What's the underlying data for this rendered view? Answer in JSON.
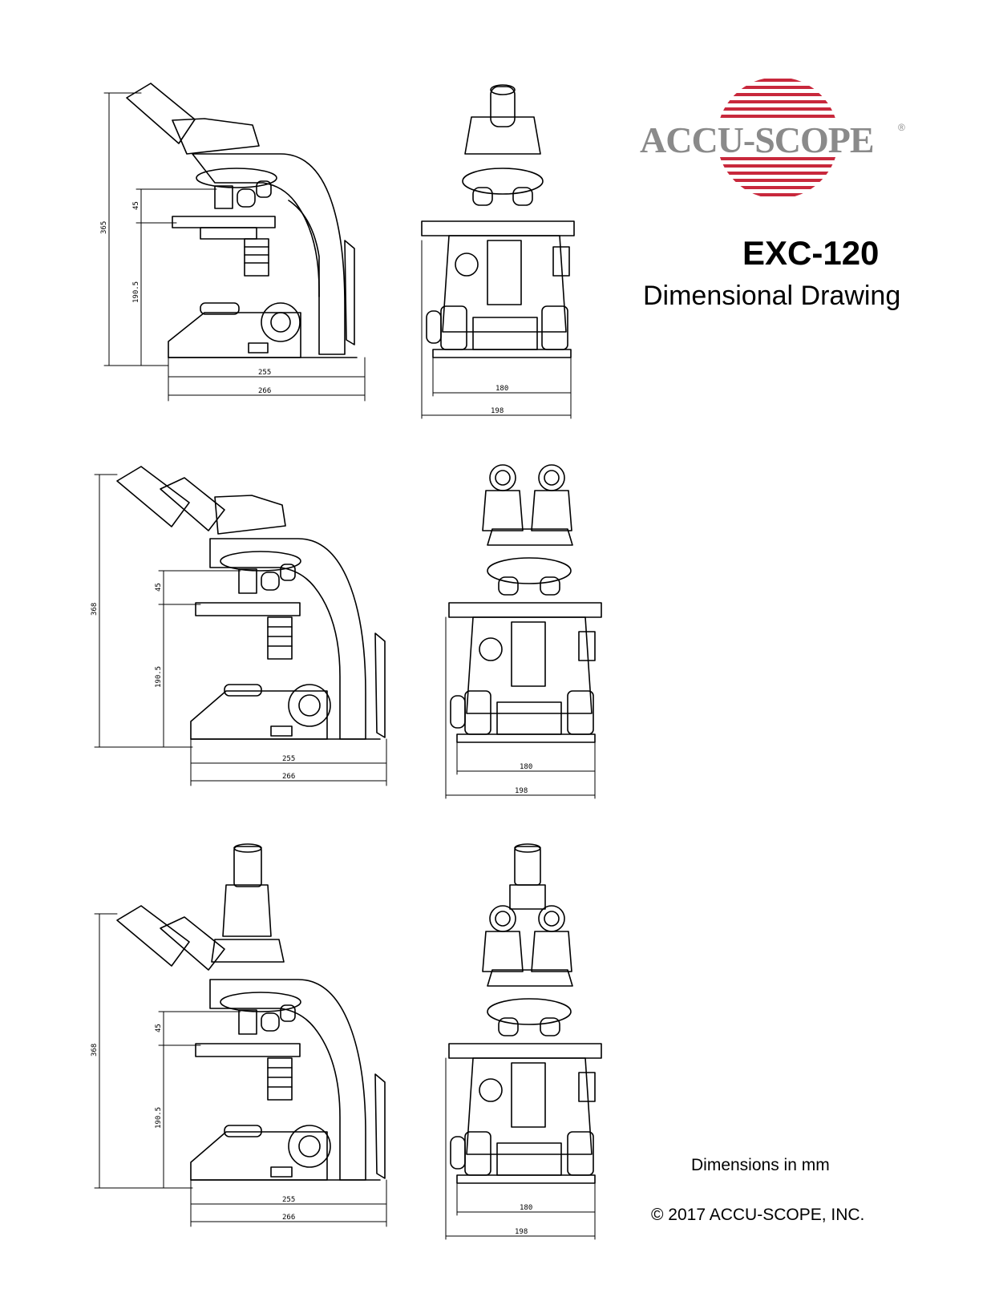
{
  "header": {
    "brand_name": "ACCU-SCOPE",
    "brand_mark": "®",
    "brand_colors": {
      "stripes": "#c8283c",
      "wordmark": "#8a8a8a"
    },
    "model": "EXC-120",
    "subtitle": "Dimensional Drawing"
  },
  "views": [
    {
      "variant": "monocular",
      "side": {
        "height": "365",
        "upper": "45",
        "lower": "190.5",
        "base": "255",
        "overall": "266"
      },
      "front": {
        "base": "180",
        "overall": "198"
      }
    },
    {
      "variant": "binocular",
      "side": {
        "height": "368",
        "upper": "45",
        "lower": "190.5",
        "base": "255",
        "overall": "266"
      },
      "front": {
        "base": "180",
        "overall": "198"
      }
    },
    {
      "variant": "trinocular",
      "side": {
        "height": "368",
        "upper": "45",
        "lower": "190.5",
        "base": "255",
        "overall": "266"
      },
      "front": {
        "base": "180",
        "overall": "198"
      }
    }
  ],
  "footer": {
    "units_note": "Dimensions in mm",
    "copyright": "© 2017 ACCU-SCOPE, INC."
  }
}
